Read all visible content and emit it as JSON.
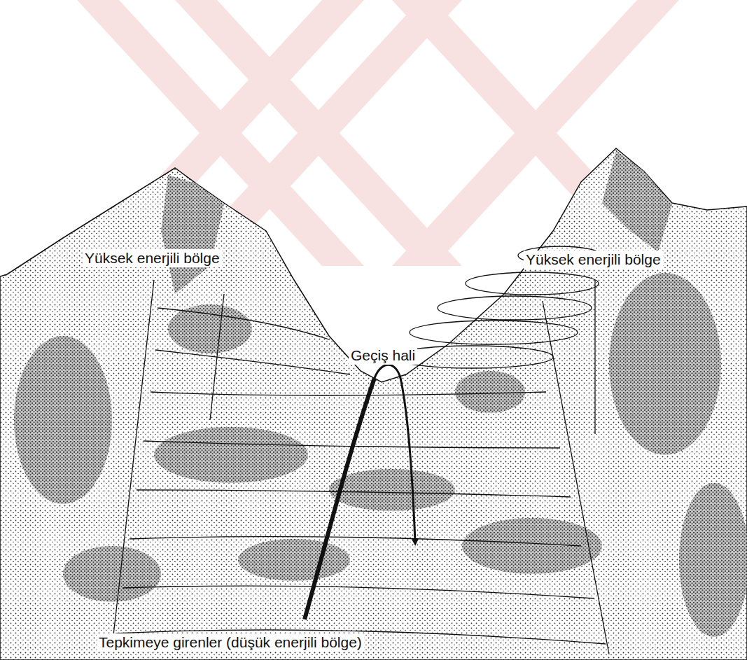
{
  "diagram": {
    "labels": [
      "Yüksek enerjili bölge",
      "Yüksek enerjili bölge",
      "Geçiş hali",
      "Tepkimeye girenler (düşük enerjili bölge)"
    ]
  }
}
